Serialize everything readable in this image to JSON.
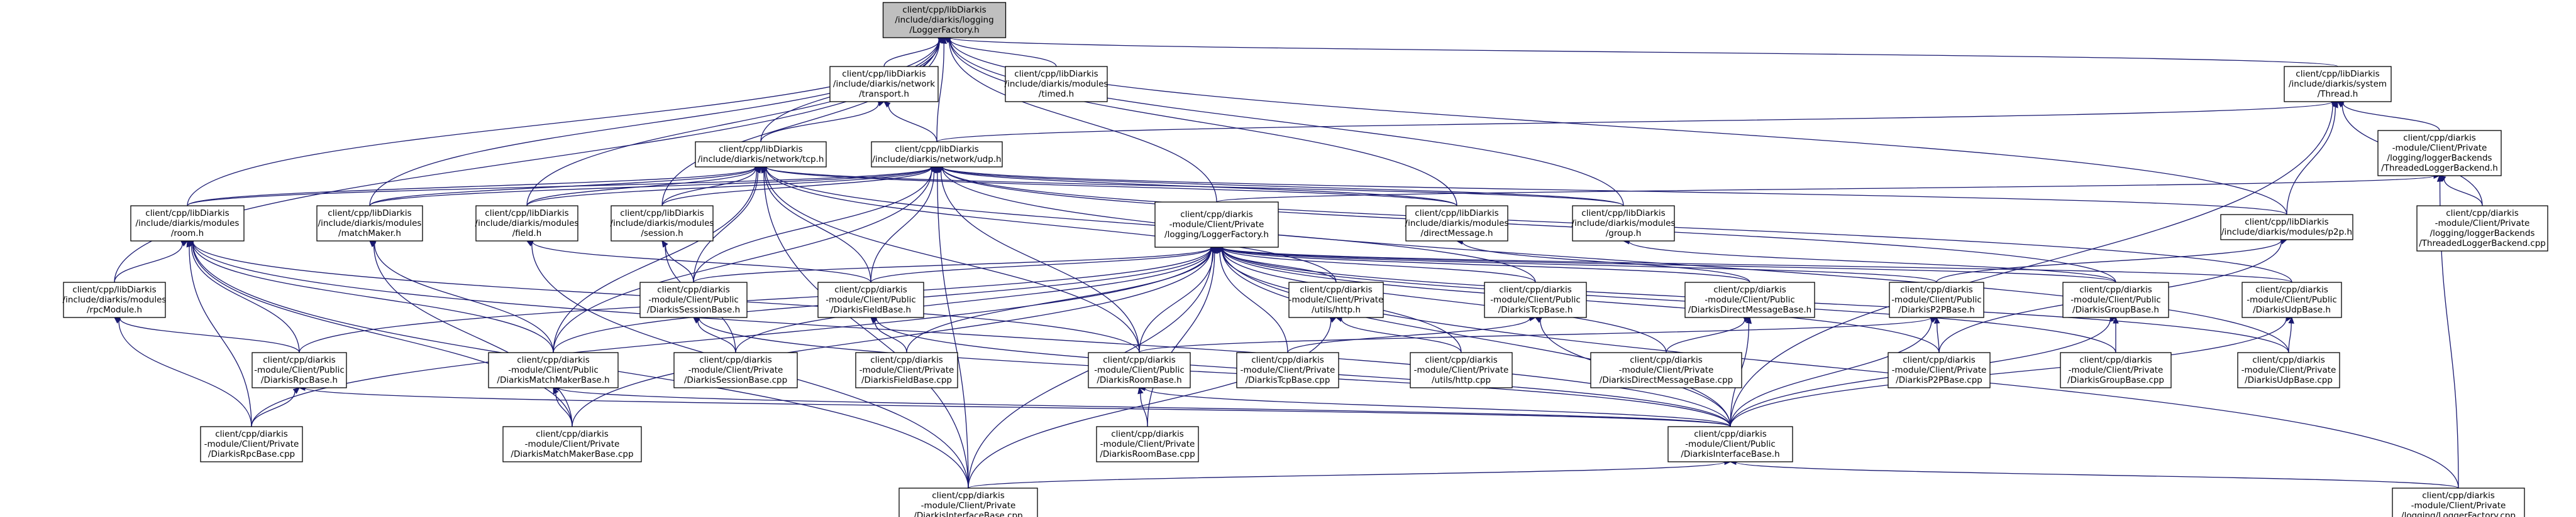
{
  "graph": {
    "edge_color": "#191970",
    "root_fill": "#bfbfbf",
    "nodes": [
      {
        "id": "LF_H",
        "lines": [
          "client/cpp/libDiarkis",
          "/include/diarkis/logging",
          "/LoggerFactory.h"
        ],
        "root": true
      },
      {
        "id": "TRANSPORT",
        "lines": [
          "client/cpp/libDiarkis",
          "/include/diarkis/network",
          "/transport.h"
        ]
      },
      {
        "id": "TIMED",
        "lines": [
          "client/cpp/libDiarkis",
          "/include/diarkis/modules",
          "/timed.h"
        ]
      },
      {
        "id": "THREAD",
        "lines": [
          "client/cpp/libDiarkis",
          "/include/diarkis/system",
          "/Thread.h"
        ]
      },
      {
        "id": "TCP",
        "lines": [
          "client/cpp/libDiarkis",
          "/include/diarkis/network/tcp.h"
        ]
      },
      {
        "id": "UDP",
        "lines": [
          "client/cpp/libDiarkis",
          "/include/diarkis/network/udp.h"
        ]
      },
      {
        "id": "TLB_H",
        "lines": [
          "client/cpp/diarkis",
          "-module/Client/Private",
          "/logging/loggerBackends",
          "/ThreadedLoggerBackend.h"
        ]
      },
      {
        "id": "TLB_CPP",
        "lines": [
          "client/cpp/diarkis",
          "-module/Client/Private",
          "/logging/loggerBackends",
          "/ThreadedLoggerBackend.cpp"
        ]
      },
      {
        "id": "ROOM",
        "lines": [
          "client/cpp/libDiarkis",
          "/include/diarkis/modules",
          "/room.h"
        ]
      },
      {
        "id": "MATCHMAKER",
        "lines": [
          "client/cpp/libDiarkis",
          "/include/diarkis/modules",
          "/matchMaker.h"
        ]
      },
      {
        "id": "FIELD",
        "lines": [
          "client/cpp/libDiarkis",
          "/include/diarkis/modules",
          "/field.h"
        ]
      },
      {
        "id": "SESSION",
        "lines": [
          "client/cpp/libDiarkis",
          "/include/diarkis/modules",
          "/session.h"
        ]
      },
      {
        "id": "PRIV_LF_H",
        "lines": [
          "client/cpp/diarkis",
          "-module/Client/Private",
          "/logging/LoggerFactory.h"
        ]
      },
      {
        "id": "DIRECTMSG",
        "lines": [
          "client/cpp/libDiarkis",
          "/include/diarkis/modules",
          "/directMessage.h"
        ]
      },
      {
        "id": "GROUP",
        "lines": [
          "client/cpp/libDiarkis",
          "/include/diarkis/modules",
          "/group.h"
        ]
      },
      {
        "id": "P2P",
        "lines": [
          "client/cpp/libDiarkis",
          "/include/diarkis/modules/p2p.h"
        ]
      },
      {
        "id": "RPCMOD",
        "lines": [
          "client/cpp/libDiarkis",
          "/include/diarkis/modules",
          "/rpcModule.h"
        ]
      },
      {
        "id": "SESSIONBASE",
        "lines": [
          "client/cpp/diarkis",
          "-module/Client/Public",
          "/DiarkisSessionBase.h"
        ]
      },
      {
        "id": "FIELDBASE",
        "lines": [
          "client/cpp/diarkis",
          "-module/Client/Public",
          "/DiarkisFieldBase.h"
        ]
      },
      {
        "id": "HTTP_H",
        "lines": [
          "client/cpp/diarkis",
          "-module/Client/Private",
          "/utils/http.h"
        ]
      },
      {
        "id": "TCPBASE",
        "lines": [
          "client/cpp/diarkis",
          "-module/Client/Public",
          "/DiarkisTcpBase.h"
        ]
      },
      {
        "id": "DMBASE",
        "lines": [
          "client/cpp/diarkis",
          "-module/Client/Public",
          "/DiarkisDirectMessageBase.h"
        ]
      },
      {
        "id": "P2PBASE",
        "lines": [
          "client/cpp/diarkis",
          "-module/Client/Public",
          "/DiarkisP2PBase.h"
        ]
      },
      {
        "id": "GROUPBASE",
        "lines": [
          "client/cpp/diarkis",
          "-module/Client/Public",
          "/DiarkisGroupBase.h"
        ]
      },
      {
        "id": "UDPBASE",
        "lines": [
          "client/cpp/diarkis",
          "-module/Client/Public",
          "/DiarkisUdpBase.h"
        ]
      },
      {
        "id": "RPCBASE",
        "lines": [
          "client/cpp/diarkis",
          "-module/Client/Public",
          "/DiarkisRpcBase.h"
        ]
      },
      {
        "id": "MMBASE",
        "lines": [
          "client/cpp/diarkis",
          "-module/Client/Public",
          "/DiarkisMatchMakerBase.h"
        ]
      },
      {
        "id": "SESSIONBASE_CPP",
        "lines": [
          "client/cpp/diarkis",
          "-module/Client/Private",
          "/DiarkisSessionBase.cpp"
        ]
      },
      {
        "id": "FIELDBASE_CPP",
        "lines": [
          "client/cpp/diarkis",
          "-module/Client/Private",
          "/DiarkisFieldBase.cpp"
        ]
      },
      {
        "id": "ROOMBASE",
        "lines": [
          "client/cpp/diarkis",
          "-module/Client/Public",
          "/DiarkisRoomBase.h"
        ]
      },
      {
        "id": "TCPBASE_CPP",
        "lines": [
          "client/cpp/diarkis",
          "-module/Client/Private",
          "/DiarkisTcpBase.cpp"
        ]
      },
      {
        "id": "HTTP_CPP",
        "lines": [
          "client/cpp/diarkis",
          "-module/Client/Private",
          "/utils/http.cpp"
        ]
      },
      {
        "id": "DMBASE_CPP",
        "lines": [
          "client/cpp/diarkis",
          "-module/Client/Private",
          "/DiarkisDirectMessageBase.cpp"
        ]
      },
      {
        "id": "P2PBASE_CPP",
        "lines": [
          "client/cpp/diarkis",
          "-module/Client/Private",
          "/DiarkisP2PBase.cpp"
        ]
      },
      {
        "id": "GROUPBASE_CPP",
        "lines": [
          "client/cpp/diarkis",
          "-module/Client/Private",
          "/DiarkisGroupBase.cpp"
        ]
      },
      {
        "id": "UDPBASE_CPP",
        "lines": [
          "client/cpp/diarkis",
          "-module/Client/Private",
          "/DiarkisUdpBase.cpp"
        ]
      },
      {
        "id": "RPCBASE_CPP",
        "lines": [
          "client/cpp/diarkis",
          "-module/Client/Private",
          "/DiarkisRpcBase.cpp"
        ]
      },
      {
        "id": "MMBASE_CPP",
        "lines": [
          "client/cpp/diarkis",
          "-module/Client/Private",
          "/DiarkisMatchMakerBase.cpp"
        ]
      },
      {
        "id": "ROOMBASE_CPP",
        "lines": [
          "client/cpp/diarkis",
          "-module/Client/Private",
          "/DiarkisRoomBase.cpp"
        ]
      },
      {
        "id": "IFACEBASE",
        "lines": [
          "client/cpp/diarkis",
          "-module/Client/Public",
          "/DiarkisInterfaceBase.h"
        ]
      },
      {
        "id": "IFACEBASE_CPP",
        "lines": [
          "client/cpp/diarkis",
          "-module/Client/Private",
          "/DiarkisInterfaceBase.cpp"
        ]
      },
      {
        "id": "LF_CPP",
        "lines": [
          "client/cpp/diarkis",
          "-module/Client/Private",
          "/logging/LoggerFactory.cpp"
        ]
      }
    ],
    "edges": [
      [
        "TRANSPORT",
        "LF_H"
      ],
      [
        "TIMED",
        "LF_H"
      ],
      [
        "THREAD",
        "LF_H"
      ],
      [
        "TCP",
        "LF_H"
      ],
      [
        "UDP",
        "LF_H"
      ],
      [
        "ROOM",
        "LF_H"
      ],
      [
        "MATCHMAKER",
        "LF_H"
      ],
      [
        "FIELD",
        "LF_H"
      ],
      [
        "SESSION",
        "LF_H"
      ],
      [
        "PRIV_LF_H",
        "LF_H"
      ],
      [
        "DIRECTMSG",
        "LF_H"
      ],
      [
        "GROUP",
        "LF_H"
      ],
      [
        "P2P",
        "LF_H"
      ],
      [
        "RPCMOD",
        "LF_H"
      ],
      [
        "TCP",
        "TRANSPORT"
      ],
      [
        "UDP",
        "TRANSPORT"
      ],
      [
        "UDP",
        "THREAD"
      ],
      [
        "TLB_H",
        "THREAD"
      ],
      [
        "TLB_CPP",
        "THREAD"
      ],
      [
        "P2P",
        "THREAD"
      ],
      [
        "IFACEBASE",
        "THREAD"
      ],
      [
        "TLB_CPP",
        "TLB_H"
      ],
      [
        "LF_CPP",
        "TLB_H"
      ],
      [
        "PRIV_LF_H",
        "TLB_H"
      ],
      [
        "ROOM",
        "TCP"
      ],
      [
        "MATCHMAKER",
        "TCP"
      ],
      [
        "FIELD",
        "TCP"
      ],
      [
        "SESSION",
        "TCP"
      ],
      [
        "DIRECTMSG",
        "TCP"
      ],
      [
        "GROUP",
        "TCP"
      ],
      [
        "SESSIONBASE",
        "TCP"
      ],
      [
        "FIELDBASE",
        "TCP"
      ],
      [
        "TCPBASE",
        "TCP"
      ],
      [
        "ROOMBASE",
        "TCP"
      ],
      [
        "MMBASE",
        "TCP"
      ],
      [
        "IFACEBASE_CPP",
        "TCP"
      ],
      [
        "HTTP_H",
        "TCP"
      ],
      [
        "ROOM",
        "UDP"
      ],
      [
        "MATCHMAKER",
        "UDP"
      ],
      [
        "FIELD",
        "UDP"
      ],
      [
        "SESSION",
        "UDP"
      ],
      [
        "DIRECTMSG",
        "UDP"
      ],
      [
        "GROUP",
        "UDP"
      ],
      [
        "P2P",
        "UDP"
      ],
      [
        "SESSIONBASE",
        "UDP"
      ],
      [
        "FIELDBASE",
        "UDP"
      ],
      [
        "UDPBASE",
        "UDP"
      ],
      [
        "ROOMBASE",
        "UDP"
      ],
      [
        "MMBASE",
        "UDP"
      ],
      [
        "IFACEBASE_CPP",
        "UDP"
      ],
      [
        "GROUPBASE",
        "UDP"
      ],
      [
        "UDPBASE_CPP",
        "UDP"
      ],
      [
        "RPCMOD",
        "ROOM"
      ],
      [
        "RPCBASE",
        "ROOM"
      ],
      [
        "ROOMBASE",
        "ROOM"
      ],
      [
        "MMBASE",
        "ROOM"
      ],
      [
        "IFACEBASE",
        "ROOM"
      ],
      [
        "IFACEBASE_CPP",
        "ROOM"
      ],
      [
        "RPCBASE_CPP",
        "ROOM"
      ],
      [
        "MMBASE_CPP",
        "ROOM"
      ],
      [
        "MMBASE",
        "MATCHMAKER"
      ],
      [
        "MMBASE_CPP",
        "MATCHMAKER"
      ],
      [
        "FIELDBASE",
        "FIELD"
      ],
      [
        "IFACEBASE_CPP",
        "FIELD"
      ],
      [
        "SESSIONBASE",
        "SESSION"
      ],
      [
        "SESSIONBASE_CPP",
        "SESSION"
      ],
      [
        "RPCBASE",
        "RPCMOD"
      ],
      [
        "RPCBASE_CPP",
        "RPCMOD"
      ],
      [
        "DMBASE",
        "DIRECTMSG"
      ],
      [
        "GROUPBASE",
        "GROUP"
      ],
      [
        "P2PBASE",
        "P2P"
      ],
      [
        "P2PBASE_CPP",
        "P2P"
      ],
      [
        "SESSIONBASE",
        "PRIV_LF_H"
      ],
      [
        "FIELDBASE",
        "PRIV_LF_H"
      ],
      [
        "HTTP_H",
        "PRIV_LF_H"
      ],
      [
        "TCPBASE",
        "PRIV_LF_H"
      ],
      [
        "DMBASE",
        "PRIV_LF_H"
      ],
      [
        "P2PBASE",
        "PRIV_LF_H"
      ],
      [
        "GROUPBASE",
        "PRIV_LF_H"
      ],
      [
        "UDPBASE",
        "PRIV_LF_H"
      ],
      [
        "RPCBASE",
        "PRIV_LF_H"
      ],
      [
        "MMBASE",
        "PRIV_LF_H"
      ],
      [
        "ROOMBASE",
        "PRIV_LF_H"
      ],
      [
        "IFACEBASE",
        "PRIV_LF_H"
      ],
      [
        "SESSIONBASE_CPP",
        "PRIV_LF_H"
      ],
      [
        "FIELDBASE_CPP",
        "PRIV_LF_H"
      ],
      [
        "TCPBASE_CPP",
        "PRIV_LF_H"
      ],
      [
        "HTTP_CPP",
        "PRIV_LF_H"
      ],
      [
        "DMBASE_CPP",
        "PRIV_LF_H"
      ],
      [
        "P2PBASE_CPP",
        "PRIV_LF_H"
      ],
      [
        "GROUPBASE_CPP",
        "PRIV_LF_H"
      ],
      [
        "UDPBASE_CPP",
        "PRIV_LF_H"
      ],
      [
        "RPCBASE_CPP",
        "PRIV_LF_H"
      ],
      [
        "MMBASE_CPP",
        "PRIV_LF_H"
      ],
      [
        "ROOMBASE_CPP",
        "PRIV_LF_H"
      ],
      [
        "IFACEBASE_CPP",
        "PRIV_LF_H"
      ],
      [
        "LF_CPP",
        "PRIV_LF_H"
      ],
      [
        "SESSIONBASE_CPP",
        "SESSIONBASE"
      ],
      [
        "IFACEBASE",
        "SESSIONBASE"
      ],
      [
        "FIELDBASE_CPP",
        "FIELDBASE"
      ],
      [
        "IFACEBASE",
        "FIELDBASE"
      ],
      [
        "HTTP_CPP",
        "HTTP_H"
      ],
      [
        "IFACEBASE_CPP",
        "HTTP_H"
      ],
      [
        "TCPBASE_CPP",
        "TCPBASE"
      ],
      [
        "IFACEBASE",
        "TCPBASE"
      ],
      [
        "DMBASE_CPP",
        "DMBASE"
      ],
      [
        "IFACEBASE",
        "DMBASE"
      ],
      [
        "P2PBASE_CPP",
        "P2PBASE"
      ],
      [
        "IFACEBASE",
        "P2PBASE"
      ],
      [
        "ROOMBASE",
        "P2PBASE"
      ],
      [
        "GROUPBASE_CPP",
        "GROUPBASE"
      ],
      [
        "IFACEBASE",
        "GROUPBASE"
      ],
      [
        "UDPBASE_CPP",
        "UDPBASE"
      ],
      [
        "IFACEBASE",
        "UDPBASE"
      ],
      [
        "RPCBASE_CPP",
        "RPCBASE"
      ],
      [
        "IFACEBASE",
        "RPCBASE"
      ],
      [
        "MMBASE_CPP",
        "MMBASE"
      ],
      [
        "IFACEBASE",
        "MMBASE"
      ],
      [
        "ROOMBASE_CPP",
        "ROOMBASE"
      ],
      [
        "IFACEBASE",
        "ROOMBASE"
      ],
      [
        "IFACEBASE_CPP",
        "IFACEBASE"
      ],
      [
        "LF_CPP",
        "IFACEBASE"
      ]
    ]
  }
}
